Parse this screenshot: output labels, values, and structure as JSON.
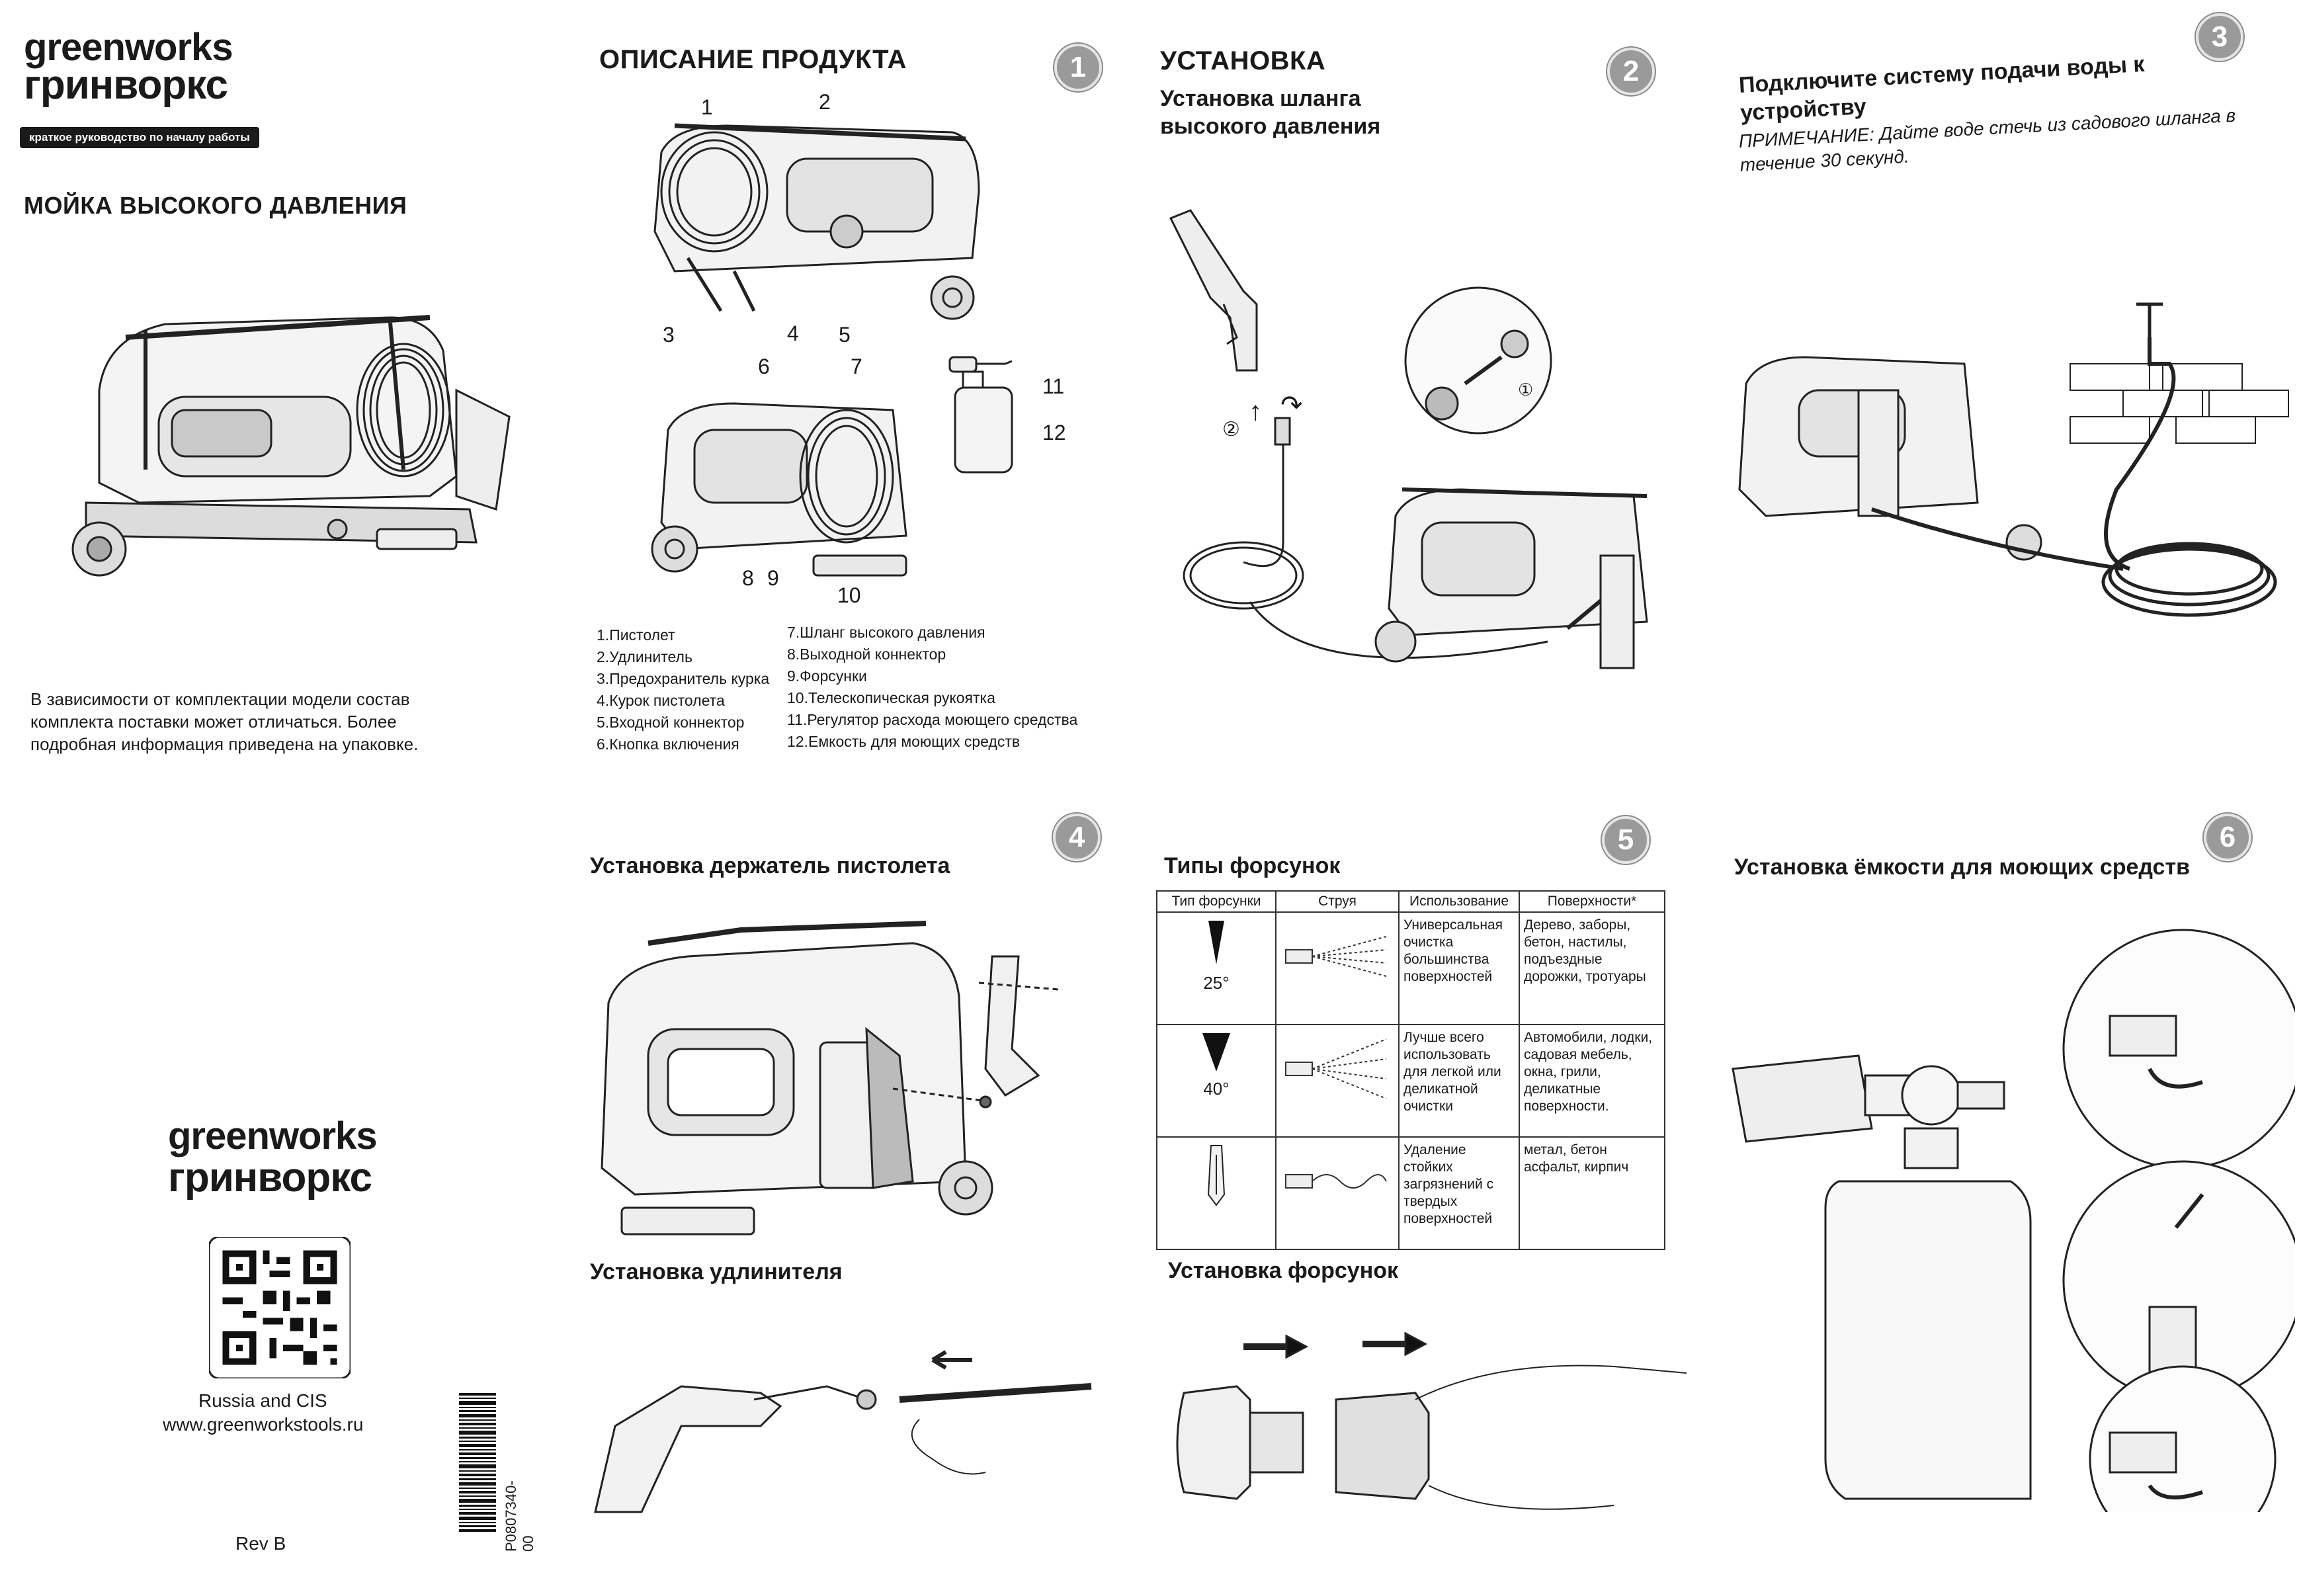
{
  "brand": {
    "name_en": "greenworks",
    "name_ru": "гринворкс",
    "tagline": "краткое руководство по началу работы"
  },
  "cover": {
    "title": "МОЙКА ВЫСОКОГО ДАВЛЕНИЯ",
    "note": "В зависимости от комплектации модели состав комплекта поставки может отличаться. Более подробная информация приведена на упаковке."
  },
  "back": {
    "region": "Russia and CIS",
    "website": "www.greenworkstools.ru",
    "revision": "Rev B",
    "part_number": "P0807340-00"
  },
  "product_description": {
    "title": "ОПИСАНИЕ ПРОДУКТА",
    "step": "1",
    "callouts": [
      "1",
      "2",
      "3",
      "4",
      "5",
      "6",
      "7",
      "8",
      "9",
      "10",
      "11",
      "12"
    ],
    "legend_left": [
      "1.Пистолет",
      "2.Удлинитель",
      "3.Предохранитель курка",
      "4.Курок пистолета",
      "5.Входной коннектор",
      "6.Кнопка включения"
    ],
    "legend_right": [
      "7.Шланг высокого давления",
      "8.Выходной коннектор",
      "9.Форсунки",
      "10.Телескопическая рукоятка",
      "11.Регулятор расхода моющего средства",
      "12.Емкость для моющих средств"
    ]
  },
  "installation": {
    "title": "УСТАНОВКА",
    "step": "2",
    "subtitle": "Установка шланга высокого давления",
    "marks": [
      "②",
      "①"
    ]
  },
  "water": {
    "step": "3",
    "title": "Подключите систему подачи воды к устройству",
    "note": "ПРИМЕЧАНИЕ: Дайте воде стечь из садового шланга в течение 30 секунд."
  },
  "gun_holder": {
    "step": "4",
    "title": "Установка держатель пистолета",
    "extension_title": "Установка удлинителя"
  },
  "nozzles": {
    "step": "5",
    "title": "Типы форсунок",
    "headers": [
      "Тип форсунки",
      "Струя",
      "Использование",
      "Поверхности*"
    ],
    "rows": [
      {
        "angle": "25°",
        "usage": "Универсальная очистка большинства поверхностей",
        "surfaces": "Дерево, заборы, бетон, настилы, подъездные дорожки, тротуары"
      },
      {
        "angle": "40°",
        "usage": "Лучше всего использовать для легкой или деликатной очистки",
        "surfaces": "Автомобили, лодки, садовая мебель, окна, грили, деликатные поверхности."
      },
      {
        "angle": "",
        "usage": "Удаление стойких загрязнений с твердых поверхностей",
        "surfaces": "метал, бетон асфальт, кирпич"
      }
    ],
    "install_title": "Установка форсунок"
  },
  "detergent": {
    "step": "6",
    "title": "Установка ёмкости для моющих средств"
  }
}
